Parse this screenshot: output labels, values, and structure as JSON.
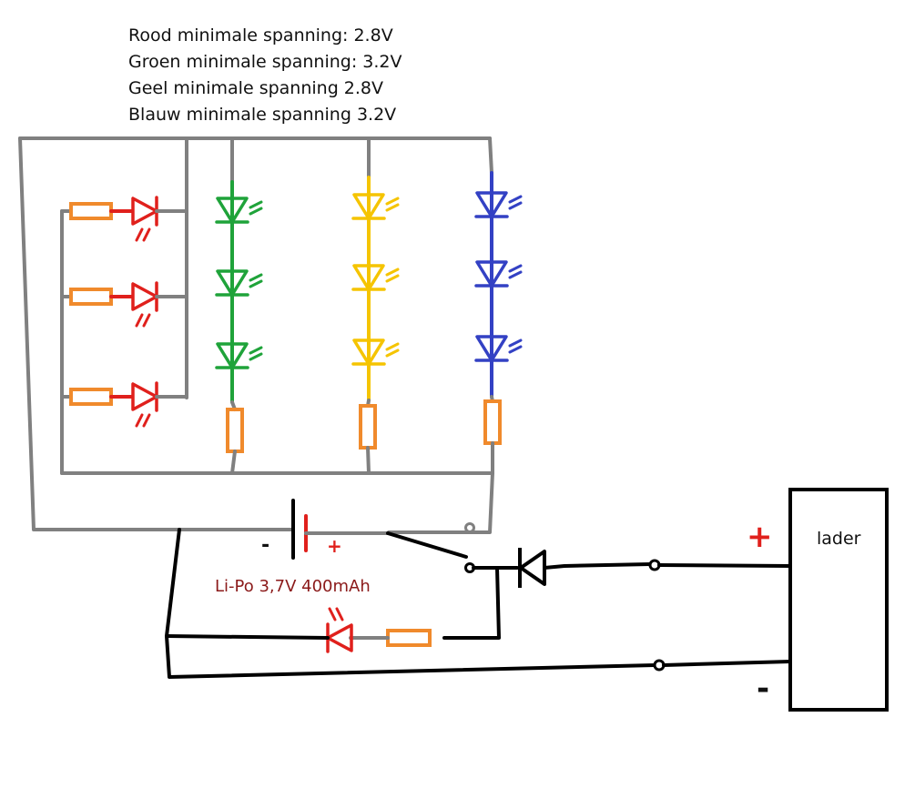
{
  "notes": [
    "Rood minimale spanning: 2.8V",
    "Groen minimale spanning: 3.2V",
    "Geel minimale spanning 2.8V",
    "Blauw minimale spanning 3.2V"
  ],
  "battery": {
    "label": "Li-Po 3,7V 400mAh",
    "minus": "-",
    "plus": "+"
  },
  "charger": {
    "label": "lader",
    "plus": "+",
    "minus": "-"
  },
  "colors": {
    "wire_gray": "#808080",
    "wire_black": "#000000",
    "red_led": "#e0201c",
    "green_led": "#1fa33a",
    "yellow_led": "#f5c400",
    "blue_led": "#3341c4",
    "resistor": "#f08a2c",
    "battery_label": "#8b1a1a"
  }
}
